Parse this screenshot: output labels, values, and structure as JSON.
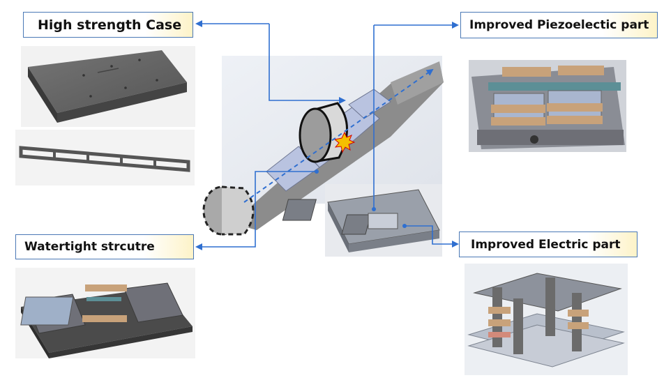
{
  "labels": {
    "high_strength_case": "High strength Case",
    "improved_piezoelectric_part": "Improved Piezoelectic part",
    "watertight_structure": "Watertight strcutre",
    "improved_electric_part": "Improved Electric part"
  },
  "colors": {
    "connector_line": "#2f6fd0",
    "label_border": "#4a78b5",
    "label_fill_accent": "#fdf3c8",
    "case_gray": "#5e5e5e",
    "piezo_wood": "#c8a27a",
    "piezo_teal": "#5c8f96",
    "road_gray": "#8c8c8c",
    "tile_blue": "#b9c3e0"
  }
}
